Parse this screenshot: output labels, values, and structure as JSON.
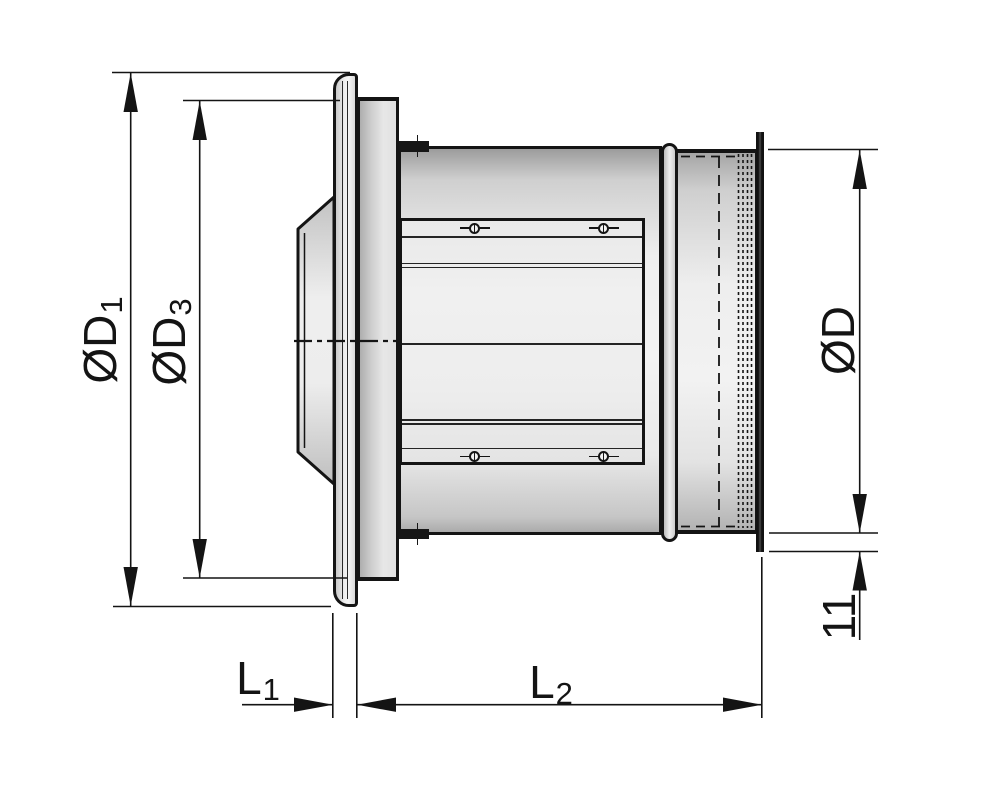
{
  "drawing": {
    "background": "#ffffff",
    "ink": "#141414",
    "type": "technical-drawing",
    "view": "side-view-duct-fan"
  },
  "labels": {
    "d1": {
      "main": "ØD",
      "sub": "1"
    },
    "d3": {
      "main": "ØD",
      "sub": "3"
    },
    "d": {
      "main": "ØD",
      "sub": ""
    },
    "lip": {
      "main": "11",
      "sub": ""
    },
    "l1": {
      "main": "L",
      "sub": "1"
    },
    "l2": {
      "main": "L",
      "sub": "2"
    }
  }
}
